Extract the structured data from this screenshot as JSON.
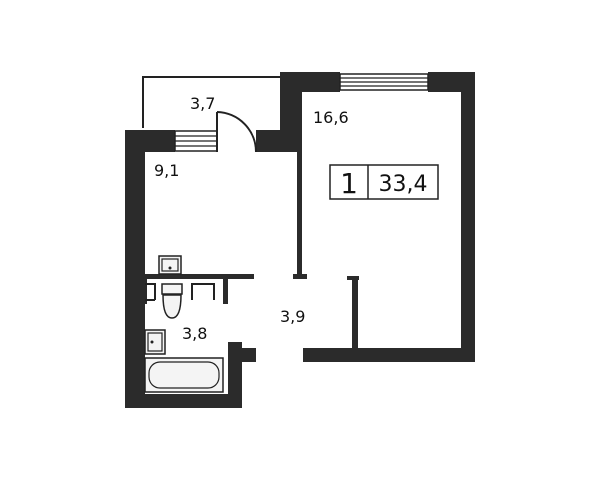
{
  "colors": {
    "wall": "#2b2b2b",
    "thin_line": "#222222",
    "fixture_fill": "#f4f4f4",
    "background": "#ffffff"
  },
  "badge": {
    "rooms": "1",
    "total_area": "33,4"
  },
  "rooms": {
    "balcony": "3,7",
    "living_room": "16,6",
    "kitchen": "9,1",
    "bathroom": "3,8",
    "hallway": "3,9"
  },
  "icons": {
    "window_kitchen": "window-icon",
    "window_living": "window-icon",
    "balcony_door": "door-swing-icon",
    "sink": "sink-icon",
    "toilet": "toilet-icon",
    "washbasin": "washbasin-icon",
    "bathtub": "bathtub-icon"
  }
}
